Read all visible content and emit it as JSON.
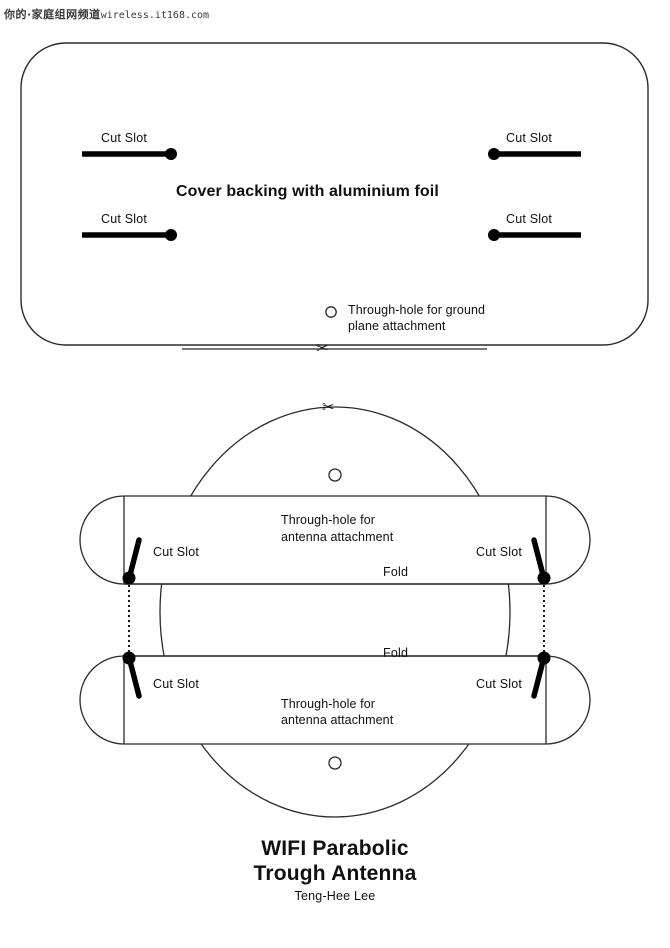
{
  "watermark": {
    "cn": "你的·家庭组网频道",
    "url": "wireless.it168.com"
  },
  "top_panel": {
    "heading": "Cover backing with aluminium foil",
    "cut_slots": [
      {
        "label": "Cut Slot",
        "position": "top-left"
      },
      {
        "label": "Cut Slot",
        "position": "top-right"
      },
      {
        "label": "Cut Slot",
        "position": "bottom-left"
      },
      {
        "label": "Cut Slot",
        "position": "bottom-right"
      }
    ],
    "through_hole_note_line1": "Through-hole for ground",
    "through_hole_note_line2": "plane attachment"
  },
  "cut_lines": {
    "scissors_glyph": "✂",
    "count": 2
  },
  "bottom_panel": {
    "upper": {
      "note_line1": "Through-hole for",
      "note_line2": "antenna attachment",
      "fold_label": "Fold",
      "cut_slot_left": "Cut Slot",
      "cut_slot_right": "Cut Slot"
    },
    "lower": {
      "note_line1": "Through-hole for",
      "note_line2": "antenna attachment",
      "fold_label": "Fold",
      "cut_slot_left": "Cut Slot",
      "cut_slot_right": "Cut Slot"
    }
  },
  "title_block": {
    "line1": "WIFI Parabolic",
    "line2": "Trough Antenna",
    "author": "Teng-Hee Lee"
  },
  "colors": {
    "stroke": "#2b2b2b",
    "thick_mark": "#000000",
    "text": "#101010",
    "background": "#ffffff"
  }
}
